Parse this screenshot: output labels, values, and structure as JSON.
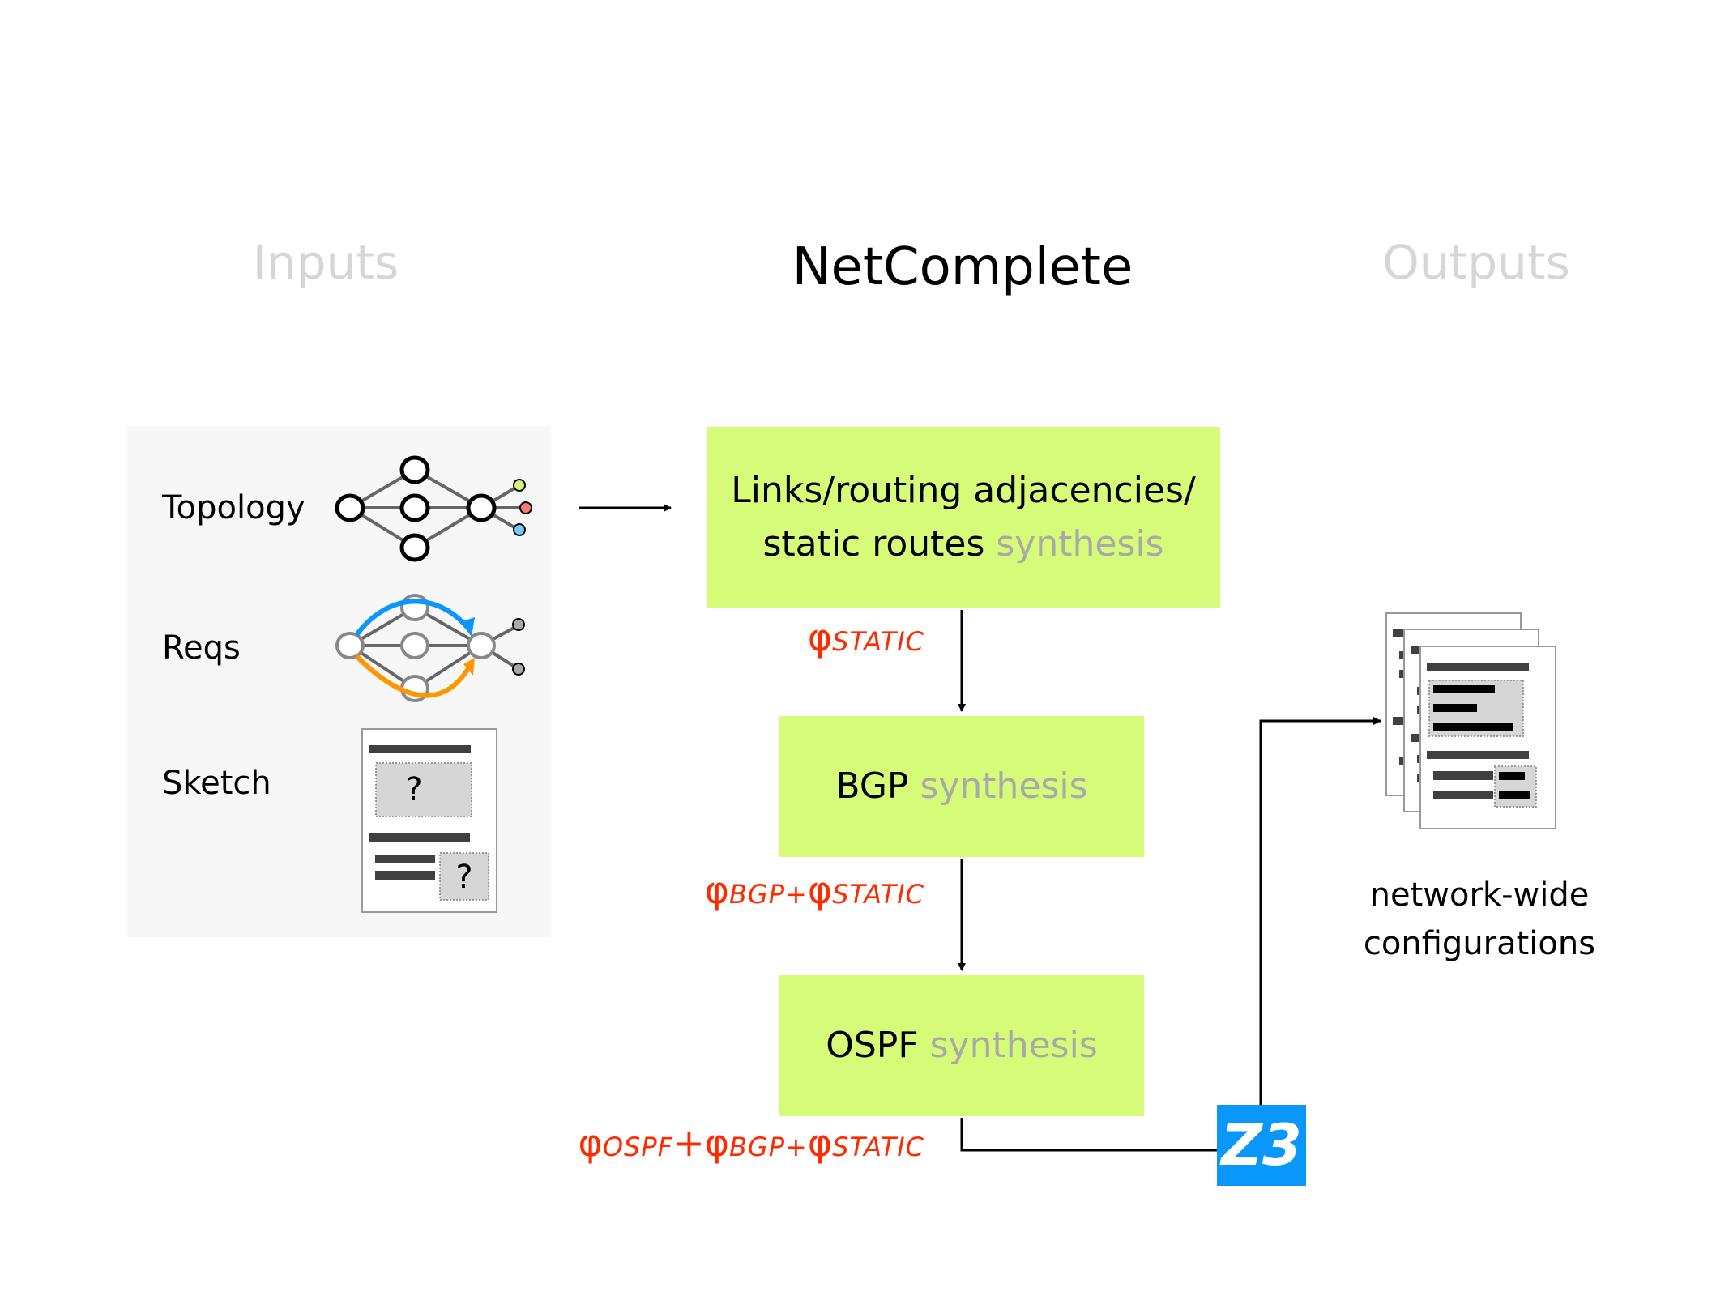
{
  "headings": {
    "inputs": "Inputs",
    "title": "NetComplete",
    "outputs": "Outputs"
  },
  "inputs": {
    "items": [
      {
        "label": "Topology",
        "icon": "network-topology-icon"
      },
      {
        "label": "Reqs",
        "icon": "requirements-paths-icon"
      },
      {
        "label": "Sketch",
        "icon": "config-sketch-icon"
      }
    ],
    "sketch_placeholder": "?",
    "topology_endpoint_colors": [
      "#d9f57a",
      "#f87a72",
      "#6fcdf8"
    ],
    "req_path_colors": [
      "#0a97fb",
      "#ff9500"
    ]
  },
  "stages": [
    {
      "name": "Links/routing adjacencies/ static routes",
      "line1": "Links/routing adjacencies/",
      "line2": "static routes",
      "suffix": "synthesis"
    },
    {
      "name": "BGP",
      "suffix": "synthesis"
    },
    {
      "name": "OSPF",
      "suffix": "synthesis"
    }
  ],
  "constraints": [
    {
      "terms": [
        "STATIC"
      ],
      "ops": []
    },
    {
      "terms": [
        "BGP",
        "STATIC"
      ],
      "ops": [
        "+"
      ]
    },
    {
      "terms": [
        "OSPF",
        "BGP",
        "STATIC"
      ],
      "ops": [
        "+",
        "+"
      ]
    }
  ],
  "phi_symbol": "φ",
  "solver": {
    "label": "Z3",
    "color": "#0a97fb"
  },
  "outputs": {
    "label_line1": "network-wide",
    "label_line2": "configurations"
  },
  "colors": {
    "stage_fill": "#d5fb79",
    "constraint_text": "#ff2a00",
    "muted_text": "#a9a9a9",
    "heading_dim": "#d6d6d6"
  }
}
